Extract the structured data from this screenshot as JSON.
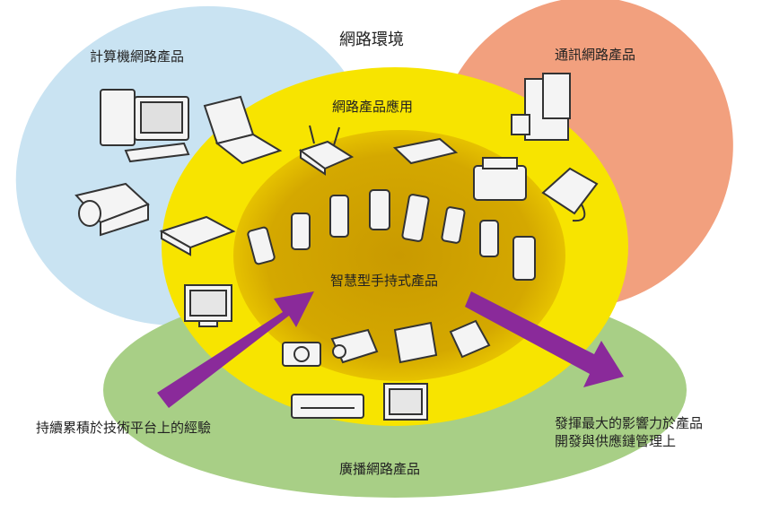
{
  "labels": {
    "environment": "網路環境",
    "computer": "計算機網路產品",
    "communication": "通訊網路產品",
    "application": "網路產品應用",
    "handheld": "智慧型手持式產品",
    "broadcast": "廣播網路產品",
    "left_note": "持續累積於技術平台上的經驗",
    "right_note": "發揮最大的影響力於產品\n開發與供應鏈管理上"
  },
  "colors": {
    "computer_zone": "#c9e3f2",
    "communication_zone": "#f2a07e",
    "broadcast_zone": "#a8cf86",
    "application_ring": "#f7e400",
    "handheld_core": "#cda000",
    "arrow": "#8a2a9a"
  },
  "icons": [
    "desktop-computer-icon",
    "laptop-icon",
    "projector-icon",
    "wifi-router-icon",
    "set-top-box-icon",
    "modem-icon",
    "server-rack-icon",
    "fax-machine-icon",
    "desk-phone-icon",
    "monitor-icon",
    "tv-icon",
    "camera-icon",
    "camcorder-icon",
    "media-player-icon",
    "pda-icon",
    "av-receiver-icon",
    "mobile-phone-icon"
  ]
}
